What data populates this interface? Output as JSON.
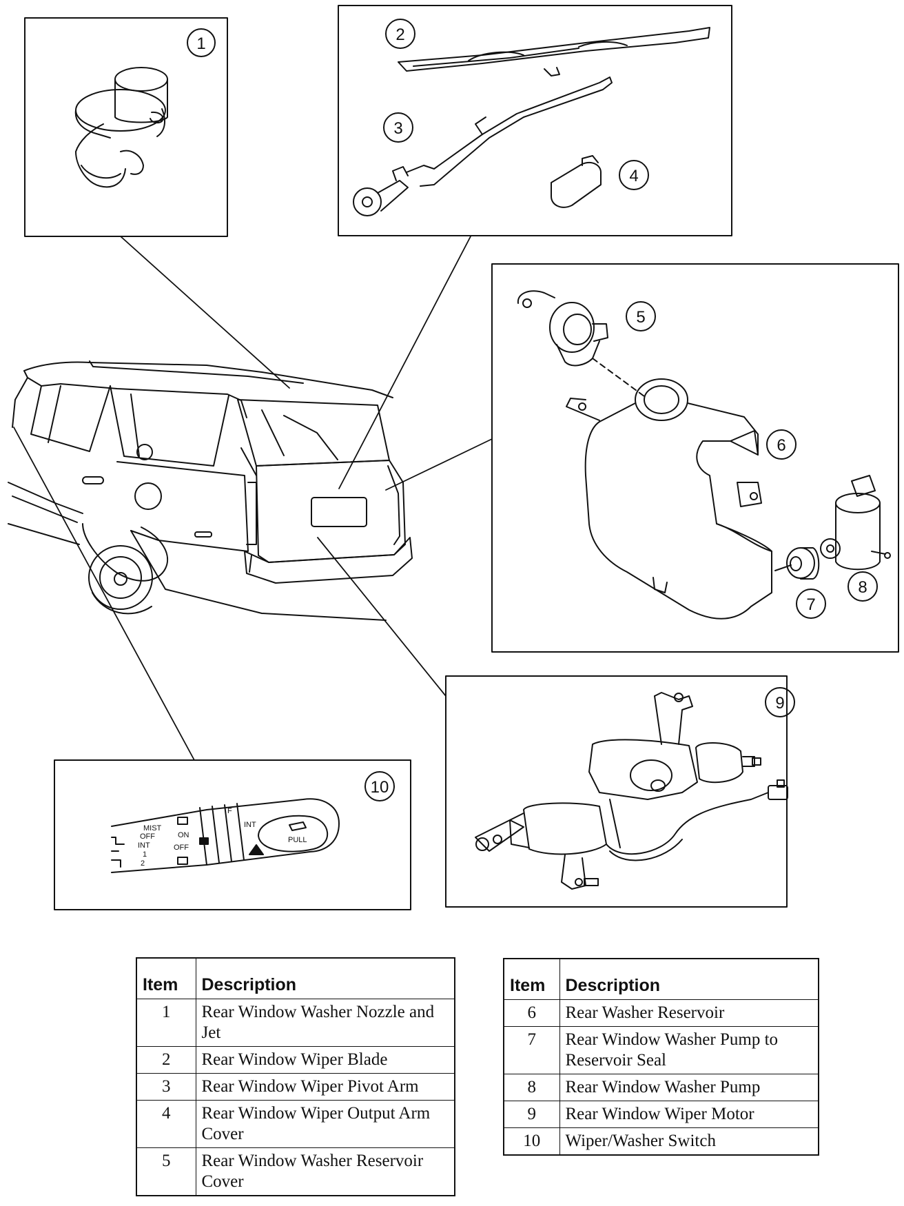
{
  "callouts": [
    "1",
    "2",
    "3",
    "4",
    "5",
    "6",
    "7",
    "8",
    "9",
    "10"
  ],
  "switch_labels": {
    "mist": "MIST",
    "off_left": "OFF",
    "int_left": "INT",
    "one": "1",
    "two": "2",
    "on": "ON",
    "off_mid": "OFF",
    "f": "F",
    "int_right": "INT",
    "pull": "PULL"
  },
  "table_left": {
    "headers": [
      "Item",
      "Description"
    ],
    "rows": [
      {
        "item": "1",
        "description": "Rear Window Washer Nozzle and Jet"
      },
      {
        "item": "2",
        "description": "Rear Window Wiper Blade"
      },
      {
        "item": "3",
        "description": "Rear Window Wiper Pivot Arm"
      },
      {
        "item": "4",
        "description": "Rear Window Wiper Output Arm Cover"
      },
      {
        "item": "5",
        "description": "Rear Window Washer Reservoir Cover"
      }
    ]
  },
  "table_right": {
    "headers": [
      "Item",
      "Description"
    ],
    "rows": [
      {
        "item": "6",
        "description": "Rear Washer Reservoir"
      },
      {
        "item": "7",
        "description": "Rear Window  Washer Pump to Reservoir Seal"
      },
      {
        "item": "8",
        "description": "Rear Window Washer Pump"
      },
      {
        "item": "9",
        "description": "Rear Window Wiper Motor"
      },
      {
        "item": "10",
        "description": "Wiper/Washer Switch"
      }
    ]
  }
}
